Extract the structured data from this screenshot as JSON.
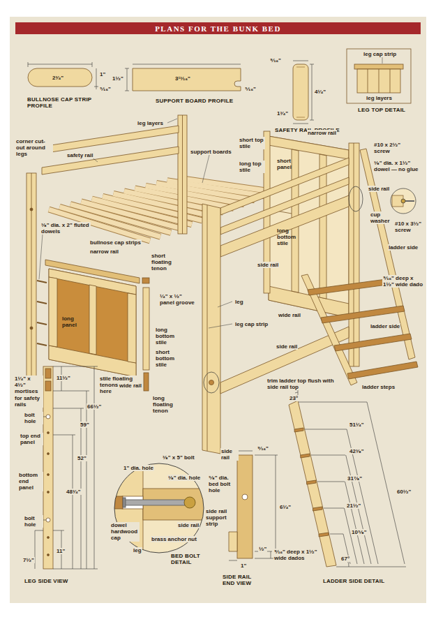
{
  "diagram": {
    "title": "PLANS FOR THE BUNK BED",
    "labels": [
      "2³⁄₄\"",
      "1\"",
      "⁵⁄₁₆\"",
      "BULLNOSE CAP STRIP PROFILE",
      "1¹⁄₂\"",
      "3¹³⁄₁₆\"",
      "⁵⁄₁₆\"",
      "SUPPORT BOARD PROFILE",
      "⁹⁄₁₆\"",
      "4¹⁄₄\"",
      "1³⁄₄\"",
      "SAFETY RAIL PROFILE",
      "leg cap strip",
      "leg layers",
      "LEG TOP DETAIL",
      "leg layers",
      "corner cut-out around legs",
      "safety rail",
      "support boards",
      "short top stile",
      "long top stile",
      "short panel",
      "narrow rail",
      "#10 x 2¹⁄₂\" screw",
      "³⁄₈\" dia. x 1¹⁄₂\" dowel — no glue",
      "side rail",
      "cup washer",
      "#10 x 3¹⁄₂\" screw",
      "ladder side",
      "³⁄₈\" dia. x 2\" fluted dowels",
      "bullnose cap strips",
      "narrow rail",
      "short floating tenon",
      "¹⁄₄\" x ¹⁄₂\" panel groove",
      "long panel",
      "side rail",
      "long bottom stile",
      "wide rail",
      "leg",
      "leg cap strip",
      "long bottom stile",
      "short bottom stile",
      "⁹⁄₁₆\" deep x 1¹⁄₂\" wide dado",
      "side rail",
      "ladder side",
      "ladder steps",
      "1¹⁄₄\" x 4¹⁄₂\" mortises for safety rails",
      "11¹⁄₂\"",
      "stile floating tenons go here",
      "wide rail",
      "long floating tenon",
      "66¹⁄₂\"",
      "59\"",
      "bolt hole",
      "top end panel",
      "52\"",
      "48³⁄₄\"",
      "bottom end panel",
      "bolt hole",
      "11\"",
      "7¹⁄₂\"",
      "LEG SIDE VIEW",
      "trim ladder top flush with side rail top",
      "23°",
      "51¹⁄₄\"",
      "42³⁄₈\"",
      "31⁷⁄₈\"",
      "60¹⁄₂\"",
      "21¹⁄₂\"",
      "10⁵⁄₈\"",
      "67°",
      "⁹⁄₁₆\" deep x 1¹⁄₂\" wide dados",
      "LADDER SIDE DETAIL",
      "1\" dia. hole",
      "³⁄₈\" x 5\" bolt",
      "³⁄₈\" dia. hole",
      "side rail",
      "dowel hardwood cap",
      "brass anchor nut",
      "leg",
      "BED BOLT DETAIL",
      "side rail",
      "⁹⁄₁₆\"",
      "⁵⁄₈\" dia. bed bolt hole",
      "side rail support strip",
      "6¹⁄₄\"",
      "¹⁄₂\"",
      "1\"",
      "SIDE RAIL END VIEW"
    ]
  }
}
